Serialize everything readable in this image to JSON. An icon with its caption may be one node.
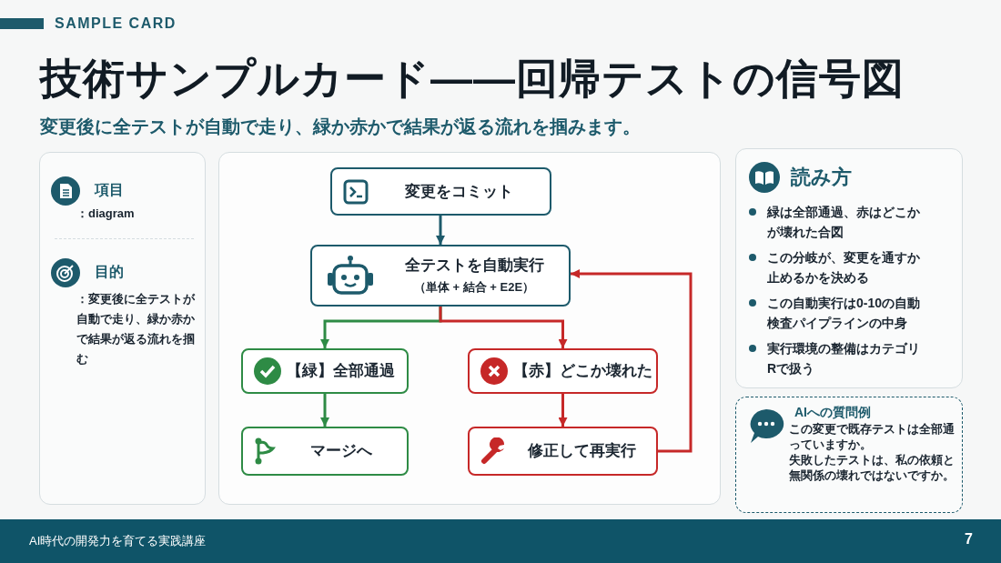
{
  "diagram": {
    "title": "技術サンプルカード——回帰テストの信号図",
    "nodes": [
      {
        "text": [
          "項目",
          "：diagram",
          "目的",
          "：変更後に全テストが自動で走り、緑か赤かで結果が返る流れを掴む"
        ]
      },
      {
        "text": [],
        "shape": "box"
      },
      {
        "text": [
          "変更をコミット"
        ],
        "in": 1
      },
      {
        "text": [
          "全テストを自動実行",
          "（単体 + 結合 + E2E）"
        ],
        "in": 1
      },
      {
        "text": [
          "【緑】全部通過"
        ],
        "in": 1
      },
      {
        "text": [
          "【赤】どこか壊れた"
        ],
        "in": 1
      },
      {
        "text": [
          "マージへ"
        ],
        "in": 1
      },
      {
        "text": [
          "修正して再実行"
        ],
        "in": 1
      },
      {
        "text": [
          "読み方",
          "緑は全部通過、赤はどこかが壊れた合図",
          "この分岐が、変更を通すか止めるかを決める",
          "この自動実行は0-10の自動検査パイプラインの中身",
          "実行環境の整備はカテゴリRで扱う"
        ]
      },
      {
        "text": [
          "AIへの質問例",
          "この変更で既存テストは全部通っていますか。",
          "失敗したテストは、私の依頼と無関係の壊れではないですか。"
        ]
      }
    ],
    "edges": [
      {
        "from": 2,
        "to": 3,
        "arrow": "to",
        "color": "#1d5a6b"
      },
      {
        "from": 3,
        "to": 4,
        "arrow": "to",
        "color": "#2e8b45"
      },
      {
        "from": 3,
        "to": 5,
        "arrow": "to",
        "color": "#c62828"
      },
      {
        "from": 4,
        "to": 6,
        "arrow": "to",
        "color": "#2e8b45"
      },
      {
        "from": 5,
        "to": 7,
        "arrow": "to",
        "color": "#c62828"
      },
      {
        "from": 7,
        "to": 3,
        "arrow": "to",
        "color": "#c62828"
      }
    ],
    "labels": [
      "SAMPLE CARD",
      "変更後に全テストが自動で走り、緑か赤かで結果が返る流れを掴みます。",
      "AI時代の開発力を育てる実践講座",
      "7"
    ]
  }
}
